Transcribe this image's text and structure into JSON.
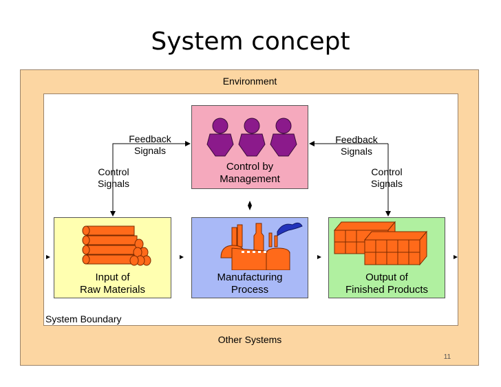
{
  "title": "System concept",
  "environment_label": "Environment",
  "other_systems_label": "Other Systems",
  "system_boundary_label": "System Boundary",
  "boxes": {
    "management": [
      "Control by",
      "Management"
    ],
    "input": [
      "Input of",
      "Raw Materials"
    ],
    "process": [
      "Manufacturing",
      "Process"
    ],
    "output": [
      "Output of",
      "Finished Products"
    ]
  },
  "signals": {
    "feedback_left": [
      "Feedback",
      "Signals"
    ],
    "feedback_right": [
      "Feedback",
      "Signals"
    ],
    "control_left": [
      "Control",
      "Signals"
    ],
    "control_right": [
      "Control",
      "Signals"
    ]
  },
  "page_number": "11",
  "colors": {
    "environment": "#fcd6a2",
    "management_box": "#f5a9bd",
    "input_box": "#ffffb0",
    "process_box": "#a9b9f7",
    "output_box": "#b0f0a0",
    "icon_people": "#8b1a8b",
    "icon_material": "#ff6a1a"
  },
  "icons": [
    "people-icon",
    "logs-icon",
    "factory-icon",
    "crates-icon"
  ]
}
